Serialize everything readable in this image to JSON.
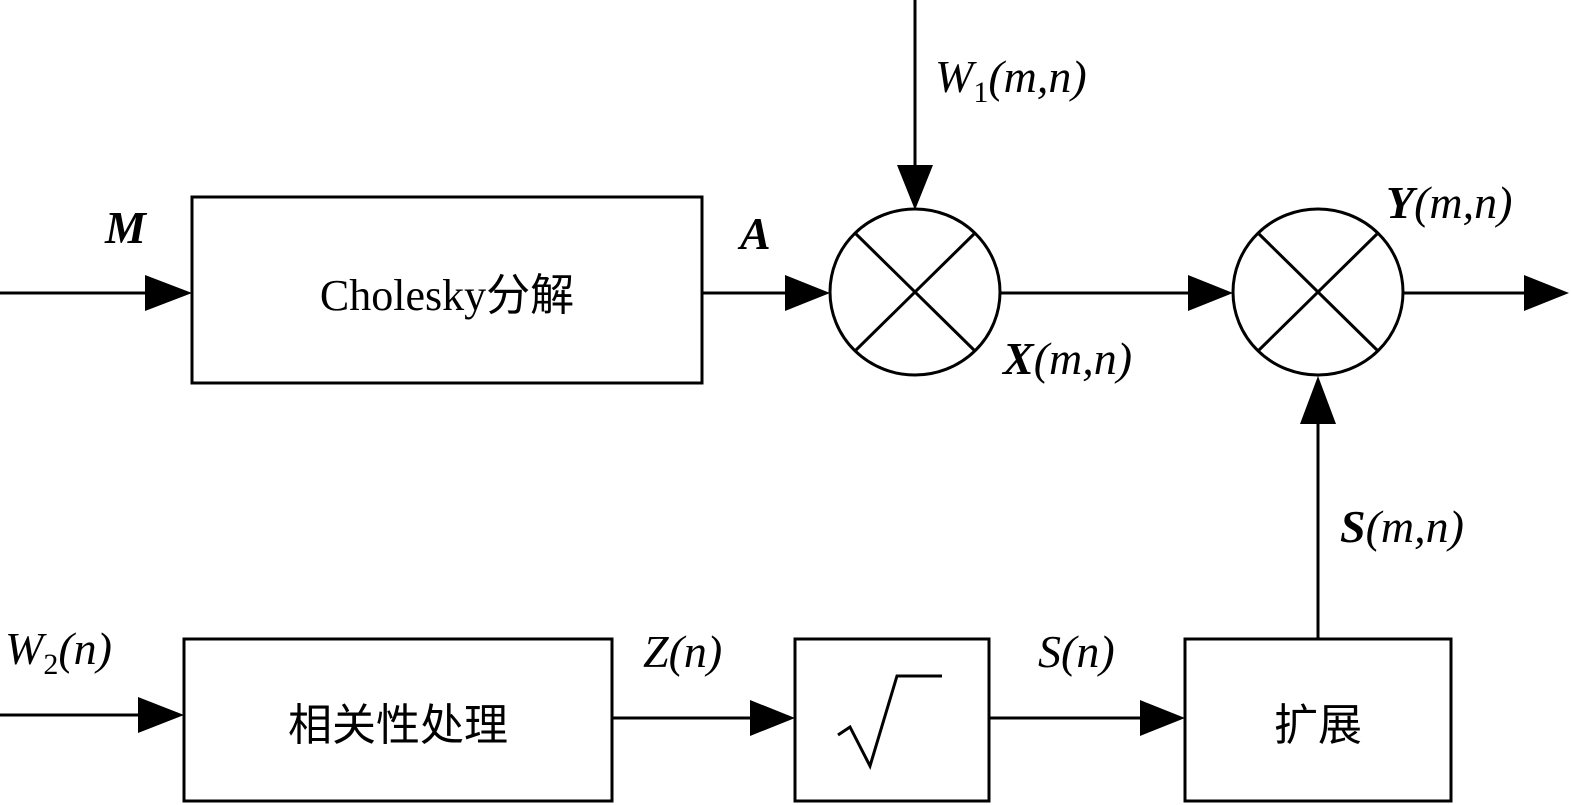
{
  "blocks": {
    "cholesky": "Cholesky分解",
    "correlation": "相关性处理",
    "expand": "扩展"
  },
  "signals": {
    "m": "M",
    "a": "A",
    "w1_main": "W",
    "w1_sub": "1",
    "w1_args": "(m,n)",
    "x_main": "X",
    "x_args": "(m,n)",
    "y_main": "Y",
    "y_args": "(m,n)",
    "w2_main": "W",
    "w2_sub": "2",
    "w2_args": "(n)",
    "z_main": "Z",
    "z_args": "(n)",
    "s_n_main": "S",
    "s_n_args": "(n)",
    "s_mn_main": "S",
    "s_mn_args": "(m,n)"
  },
  "icons": {
    "multiplier": "circled-x-multiplier-icon",
    "sqrt": "square-root-icon"
  }
}
